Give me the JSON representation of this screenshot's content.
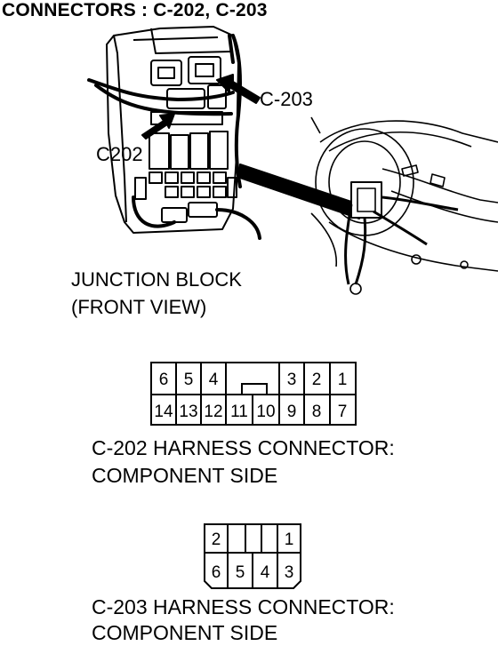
{
  "title": "CONNECTORS : C-202, C-203",
  "illustration": {
    "callout_c203": "C-203",
    "callout_c202": "C202",
    "junction_label_line1": "JUNCTION BLOCK",
    "junction_label_line2": "(FRONT VIEW)"
  },
  "c202": {
    "top_row": [
      "6",
      "5",
      "4",
      "3",
      "2",
      "1"
    ],
    "bottom_row": [
      "14",
      "13",
      "12",
      "11",
      "10",
      "9",
      "8",
      "7"
    ],
    "caption_line1": "C-202 HARNESS CONNECTOR:",
    "caption_line2": "COMPONENT SIDE"
  },
  "c203": {
    "top_row": [
      "2",
      "1"
    ],
    "bottom_row": [
      "6",
      "5",
      "4",
      "3"
    ],
    "caption_line1": "C-203 HARNESS CONNECTOR:",
    "caption_line2": "COMPONENT SIDE"
  }
}
